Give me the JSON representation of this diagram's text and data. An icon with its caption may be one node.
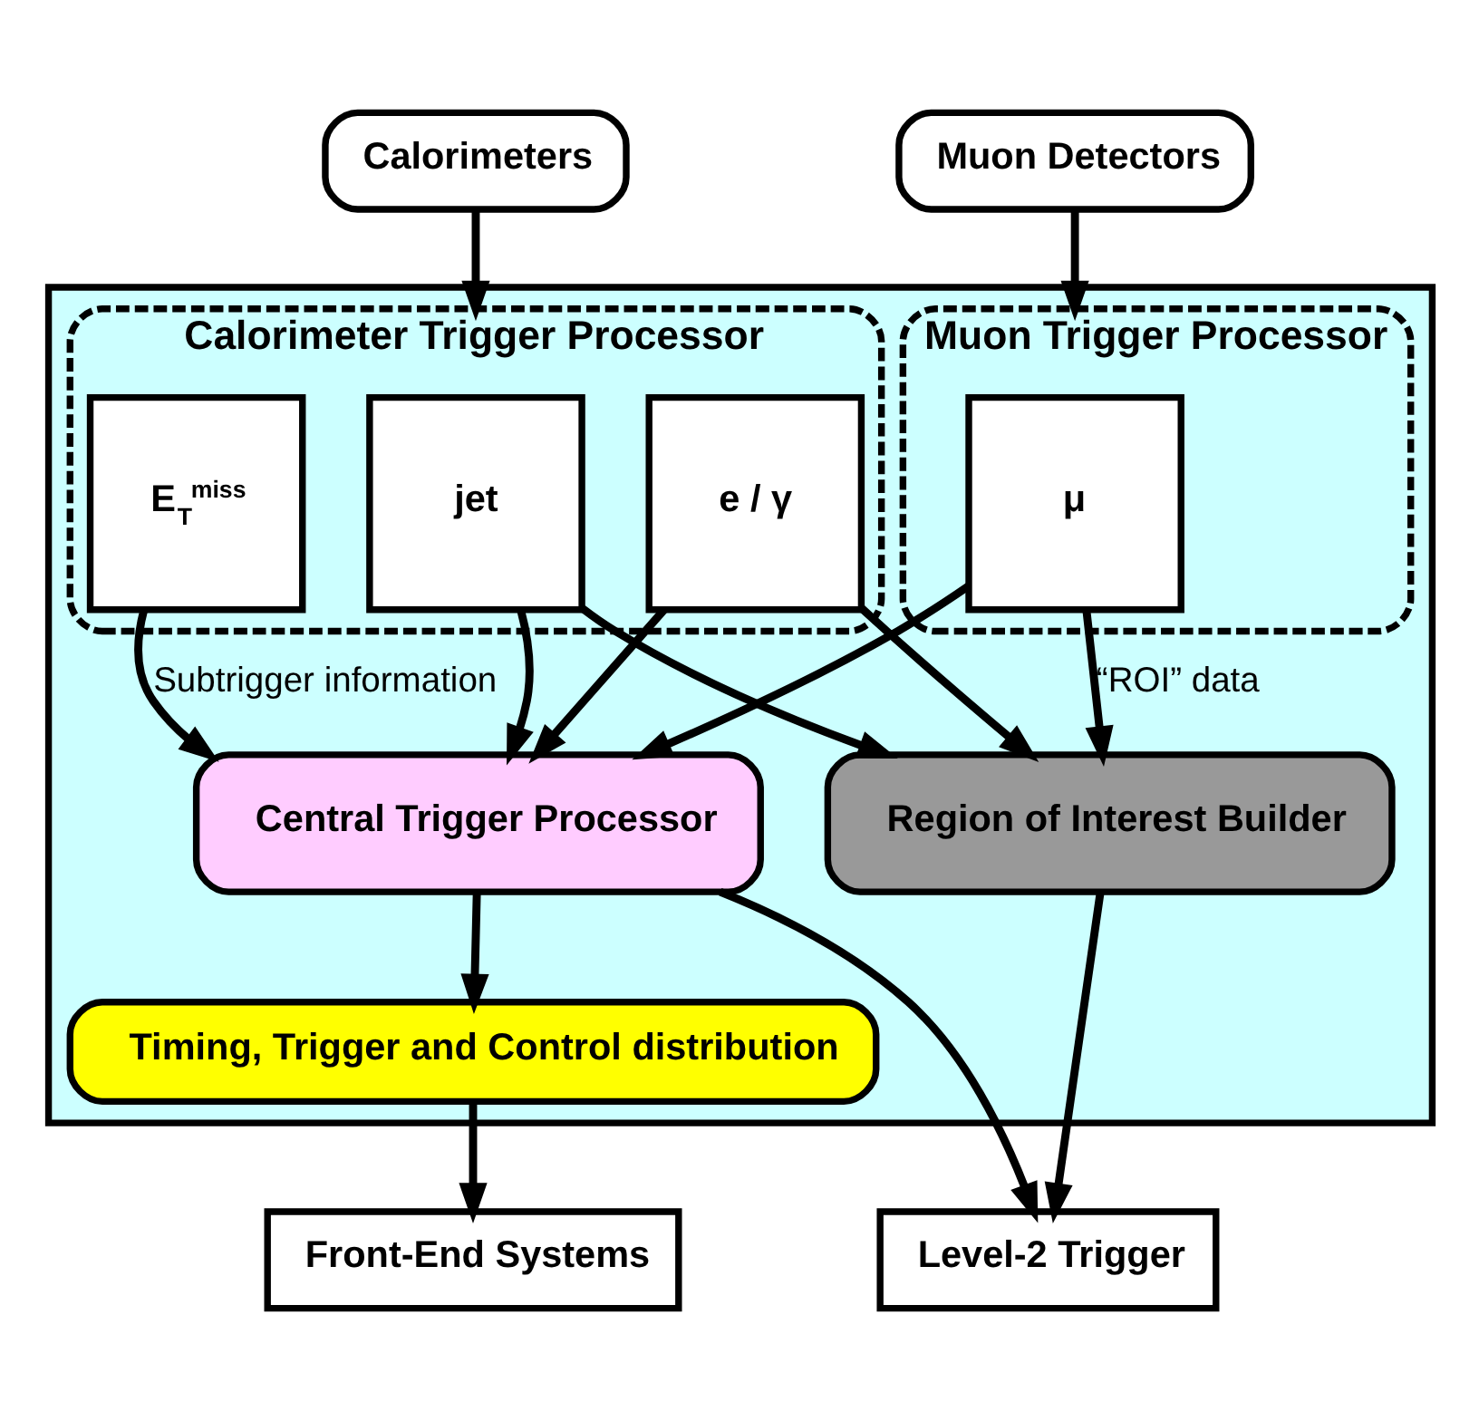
{
  "diagram": {
    "nodes": [
      {
        "text": [
          "Calorimeters"
        ]
      },
      {
        "text": [
          "Muon Detectors"
        ]
      },
      {
        "text": [],
        "shape": "box"
      },
      {
        "text": [
          "Calorimeter Trigger Processor"
        ],
        "in": 2
      },
      {
        "text": [
          "E$_{T}$$^{miss}$"
        ],
        "in": 3
      },
      {
        "text": [
          "jet"
        ],
        "in": 3
      },
      {
        "text": [
          "e / γ"
        ],
        "in": 3
      },
      {
        "text": [
          "Muon Trigger Processor"
        ],
        "in": 2
      },
      {
        "text": [
          "μ"
        ],
        "in": 7
      },
      {
        "text": [
          "Central Trigger Processor"
        ],
        "in": 2
      },
      {
        "text": [
          "Region of Interest Builder"
        ],
        "in": 2
      },
      {
        "text": [
          "Timing, Trigger and Control distribution"
        ],
        "in": 2
      },
      {
        "text": [
          "Front-End Systems"
        ]
      },
      {
        "text": [
          "Level-2 Trigger"
        ]
      }
    ],
    "edges": [
      {
        "from": 0,
        "to": 3,
        "arrow": "to"
      },
      {
        "from": 1,
        "to": 7,
        "arrow": "to"
      },
      {
        "from": 4,
        "to": 9,
        "arrow": "to",
        "label": "Subtrigger information"
      },
      {
        "from": 5,
        "to": 9,
        "arrow": "to"
      },
      {
        "from": 6,
        "to": 9,
        "arrow": "to"
      },
      {
        "from": 8,
        "to": 9,
        "arrow": "to"
      },
      {
        "from": 5,
        "to": 10,
        "arrow": "to"
      },
      {
        "from": 6,
        "to": 10,
        "arrow": "to"
      },
      {
        "from": 8,
        "to": 10,
        "arrow": "to",
        "label": "“ROI” data"
      },
      {
        "from": 9,
        "to": 11,
        "arrow": "to"
      },
      {
        "from": 9,
        "to": 13,
        "arrow": "to"
      },
      {
        "from": 10,
        "to": 13,
        "arrow": "to"
      },
      {
        "from": 11,
        "to": 12,
        "arrow": "to"
      }
    ]
  }
}
